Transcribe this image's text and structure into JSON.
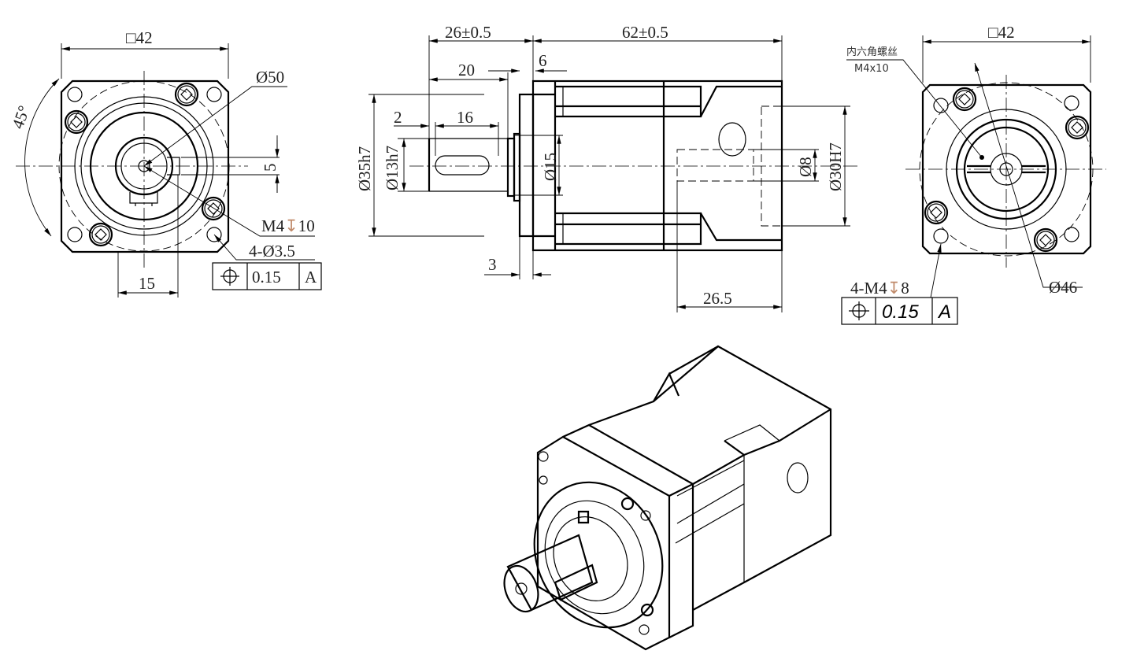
{
  "front_view": {
    "square": "□42",
    "angle": "45°",
    "dia_outer": "Ø50",
    "key_width": "5",
    "thread": "M4",
    "thread_depth_symbol": "↧",
    "thread_depth": "10",
    "holes": "4-Ø3.5",
    "offset": "15",
    "tolerance": {
      "symbol": "⌖",
      "value": "0.15",
      "datum": "A"
    }
  },
  "side_view": {
    "shaft_length": "26±0.5",
    "body_length": "62±0.5",
    "key_length_total": "20",
    "flange_thickness": "6",
    "key_offset": "2",
    "key_length": "16",
    "pilot_dia": "Ø35h7",
    "shaft_dia": "Ø13h7",
    "hub_dia": "Ø15",
    "bore_dia": "Ø8",
    "input_pilot_dia": "Ø30H7",
    "step": "3",
    "input_depth": "26.5"
  },
  "rear_view": {
    "square": "□42",
    "screw_note": "内六角螺丝",
    "screw_spec": "M4x10",
    "holes": "4-M4",
    "depth_symbol": "↧",
    "depth": "8",
    "pcd": "Ø46",
    "tolerance": {
      "symbol": "⌖",
      "value": "0.15",
      "datum": "A"
    }
  }
}
